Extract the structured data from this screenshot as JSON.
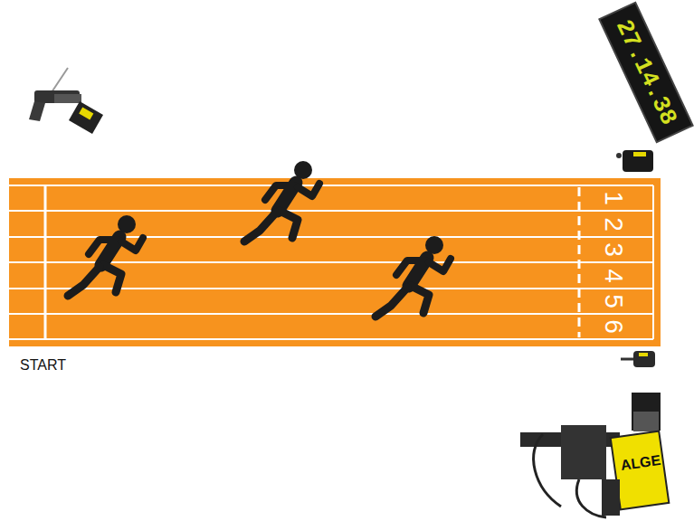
{
  "diagram": {
    "labels": [
      "START",
      "1",
      "2",
      "3",
      "4",
      "5",
      "6",
      "27.14.38",
      "ALGE"
    ]
  }
}
